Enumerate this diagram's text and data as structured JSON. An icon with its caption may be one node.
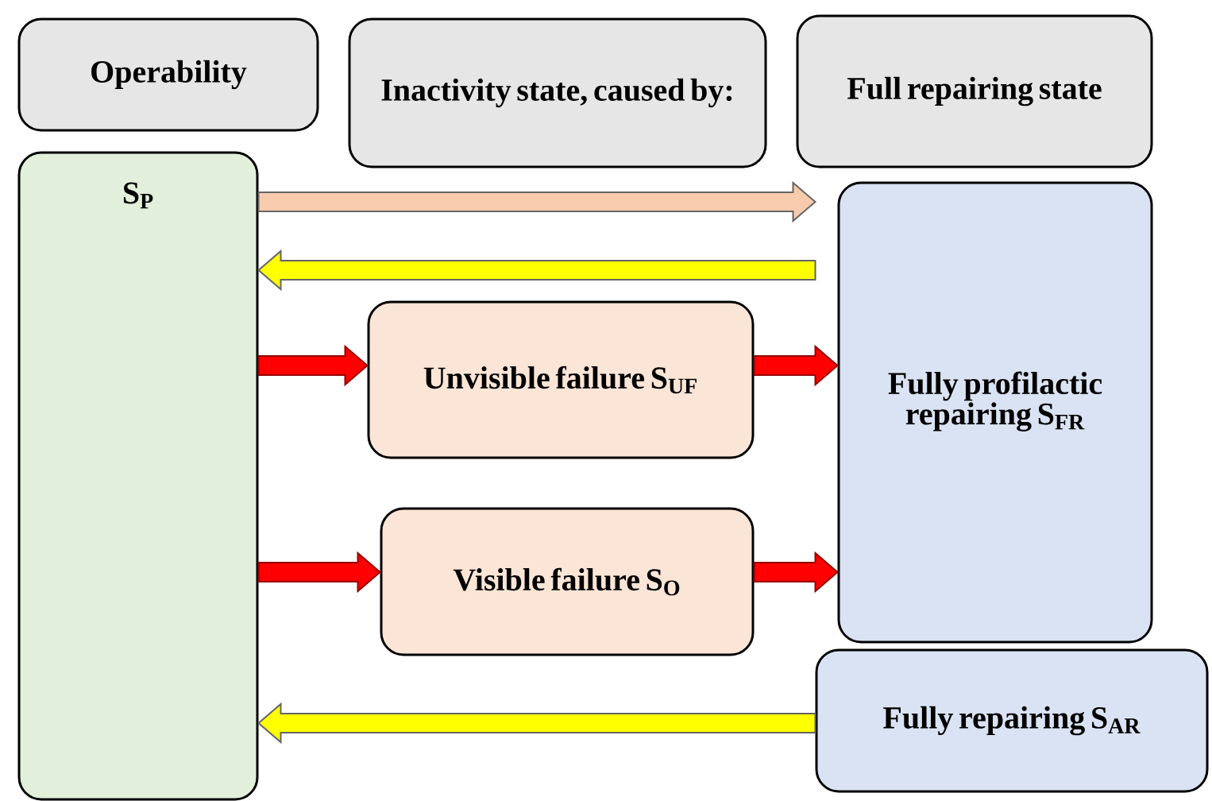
{
  "diagram": {
    "nodes": [
      {
        "text": [
          "Operability"
        ]
      },
      {
        "text": [
          "Inactivity state, caused by:"
        ]
      },
      {
        "text": [
          "Full repairing state"
        ]
      },
      {
        "text": [
          "S$_{P}$"
        ]
      },
      {
        "text": [
          "Fully profilactic repairing S$_{FR}$"
        ]
      },
      {
        "text": [
          "Unvisible failure S$_{UF}$"
        ]
      },
      {
        "text": [
          "Visible failure S$_{O}$"
        ]
      },
      {
        "text": [
          "Fully repairing S$_{AR}$"
        ]
      }
    ],
    "edges": [
      {
        "from": 3,
        "to": 4,
        "arrow": "to",
        "color": "#f8cbad"
      },
      {
        "from": 4,
        "to": 3,
        "arrow": "to",
        "color": "#ffff00"
      },
      {
        "from": 3,
        "to": 5,
        "arrow": "to"
      },
      {
        "from": 5,
        "to": 4,
        "arrow": "to"
      },
      {
        "from": 3,
        "to": 6,
        "arrow": "to"
      },
      {
        "from": 6,
        "to": 4,
        "arrow": "to"
      },
      {
        "from": 7,
        "to": 3,
        "arrow": "to",
        "color": "#ffff00"
      }
    ]
  }
}
